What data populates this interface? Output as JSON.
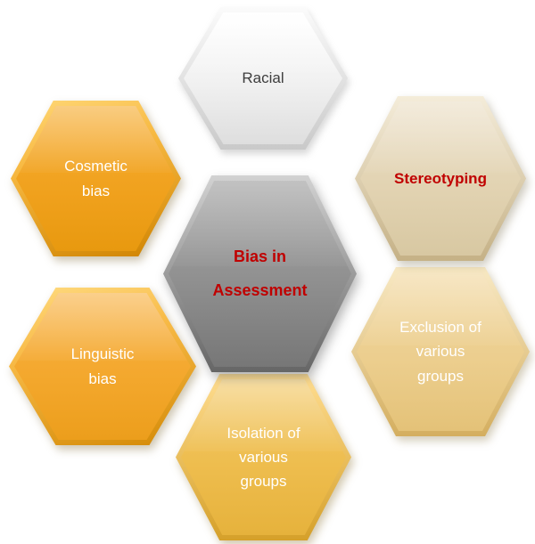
{
  "diagram": {
    "title": "Bias in Assessment diagram",
    "center": {
      "id": "bias-in-assessment",
      "label": "Bias in\nAssessment",
      "text_color": "#C00000",
      "fill": "#8F8F8F"
    },
    "nodes": [
      {
        "id": "racial",
        "label": "Racial",
        "text_color": "#3D3D3D",
        "fill": "#F0F0F0"
      },
      {
        "id": "cosmetic-bias",
        "label": "Cosmetic\nbias",
        "text_color": "#FFFFFF",
        "fill": "#F0A11D"
      },
      {
        "id": "stereotyping",
        "label": "Stereotyping",
        "text_color": "#C00000",
        "fill": "#E2D3B2"
      },
      {
        "id": "linguistic-bias",
        "label": "Linguistic\nbias",
        "text_color": "#FFFFFF",
        "fill": "#F3A72C"
      },
      {
        "id": "exclusion",
        "label": "Exclusion of\nvarious\ngroups",
        "text_color": "#FFFFFF",
        "fill": "#ECCE8E"
      },
      {
        "id": "isolation",
        "label": "Isolation of\nvarious\ngroups",
        "text_color": "#FFFFFF",
        "fill": "#EEBD4E"
      }
    ],
    "colors": {
      "accent_red": "#C00000",
      "orange": "#F0A11D",
      "gold": "#EEBD4E",
      "light_gold": "#ECCE8E",
      "tan": "#E2D3B2",
      "gray": "#8F8F8F",
      "silver": "#F0F0F0"
    }
  }
}
